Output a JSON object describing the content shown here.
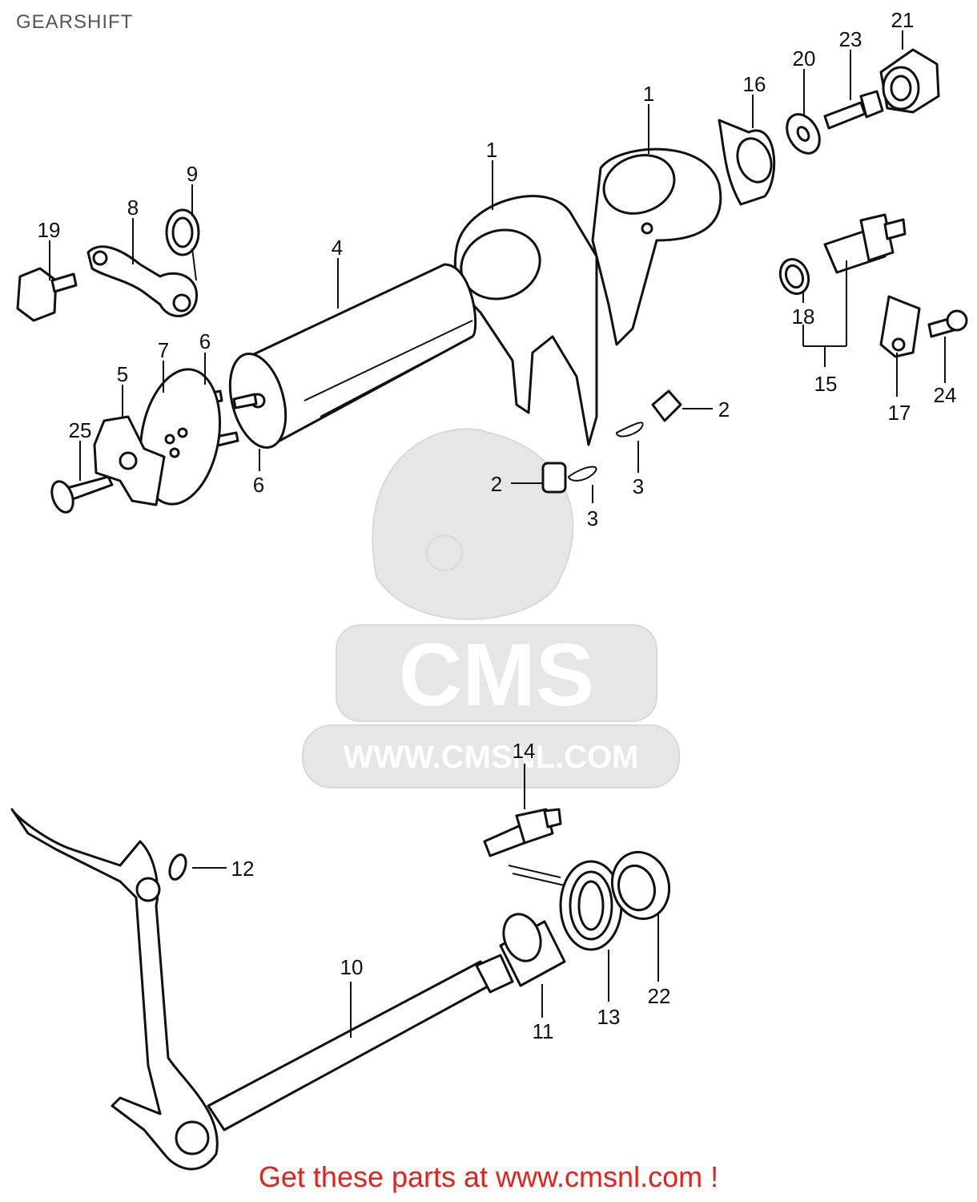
{
  "title": "GEARSHIFT",
  "footer": "Get these parts at www.cmsnl.com !",
  "watermark": {
    "logo": "CMS",
    "url": "WWW.CMSNL.COM"
  },
  "colors": {
    "footer": "#e8201a",
    "title": "#555555",
    "watermark": "#e6e6e6"
  },
  "labels": [
    {
      "id": "l21",
      "text": "21"
    },
    {
      "id": "l23",
      "text": "23"
    },
    {
      "id": "l20",
      "text": "20"
    },
    {
      "id": "l16",
      "text": "16"
    },
    {
      "id": "l1a",
      "text": "1"
    },
    {
      "id": "l1b",
      "text": "1"
    },
    {
      "id": "l9",
      "text": "9"
    },
    {
      "id": "l8",
      "text": "8"
    },
    {
      "id": "l19",
      "text": "19"
    },
    {
      "id": "l4",
      "text": "4"
    },
    {
      "id": "l18",
      "text": "18"
    },
    {
      "id": "l15",
      "text": "15"
    },
    {
      "id": "l17",
      "text": "17"
    },
    {
      "id": "l24",
      "text": "24"
    },
    {
      "id": "l7",
      "text": "7"
    },
    {
      "id": "l6a",
      "text": "6"
    },
    {
      "id": "l5",
      "text": "5"
    },
    {
      "id": "l25",
      "text": "25"
    },
    {
      "id": "l6b",
      "text": "6"
    },
    {
      "id": "l2a",
      "text": "2"
    },
    {
      "id": "l3a",
      "text": "3"
    },
    {
      "id": "l2b",
      "text": "2"
    },
    {
      "id": "l3b",
      "text": "3"
    },
    {
      "id": "l14",
      "text": "14"
    },
    {
      "id": "l12",
      "text": "12"
    },
    {
      "id": "l10",
      "text": "10"
    },
    {
      "id": "l11",
      "text": "11"
    },
    {
      "id": "l13",
      "text": "13"
    },
    {
      "id": "l22",
      "text": "22"
    }
  ]
}
